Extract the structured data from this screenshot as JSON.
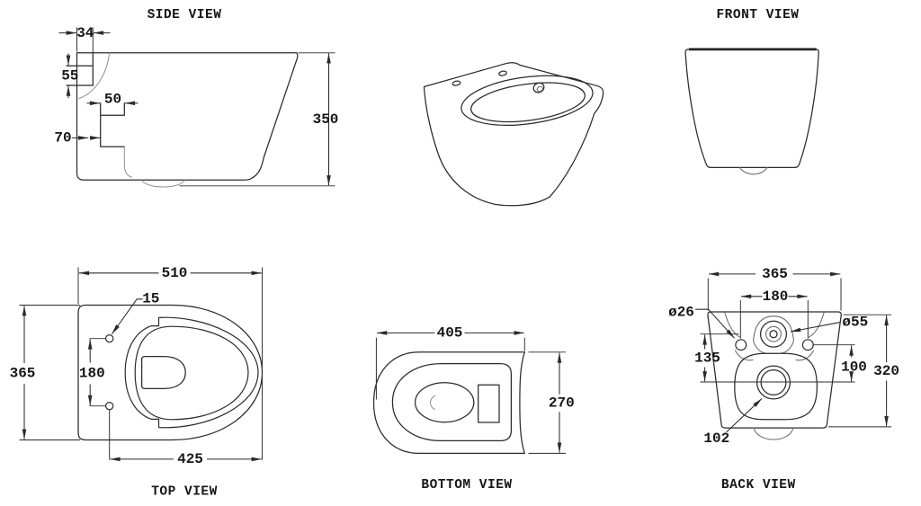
{
  "drawing": {
    "palette": {
      "line": "#2b2b2b",
      "background": "#ffffff",
      "text": "#161616"
    },
    "views": {
      "side": {
        "title": "SIDE VIEW",
        "dims": {
          "recess_width": "34",
          "recess_height": "55",
          "outlet_width": "50",
          "outlet_offset": "70",
          "height": "350"
        }
      },
      "front": {
        "title": "FRONT VIEW"
      },
      "top": {
        "title": "TOP VIEW",
        "dims": {
          "length": "510",
          "seat_hole_diameter": "15",
          "width": "365",
          "hole_spacing": "180",
          "bowl_length": "425"
        }
      },
      "bottom": {
        "title": "BOTTOM VIEW",
        "dims": {
          "length": "405",
          "width": "270"
        }
      },
      "back": {
        "title": "BACK VIEW",
        "dims": {
          "width": "365",
          "hole_spacing": "180",
          "fixing_hole_diameter": "ø26",
          "inlet_diameter": "ø55",
          "inlet_height": "135",
          "hole_height": "100",
          "height": "320",
          "outlet_diameter": "102"
        }
      }
    }
  }
}
